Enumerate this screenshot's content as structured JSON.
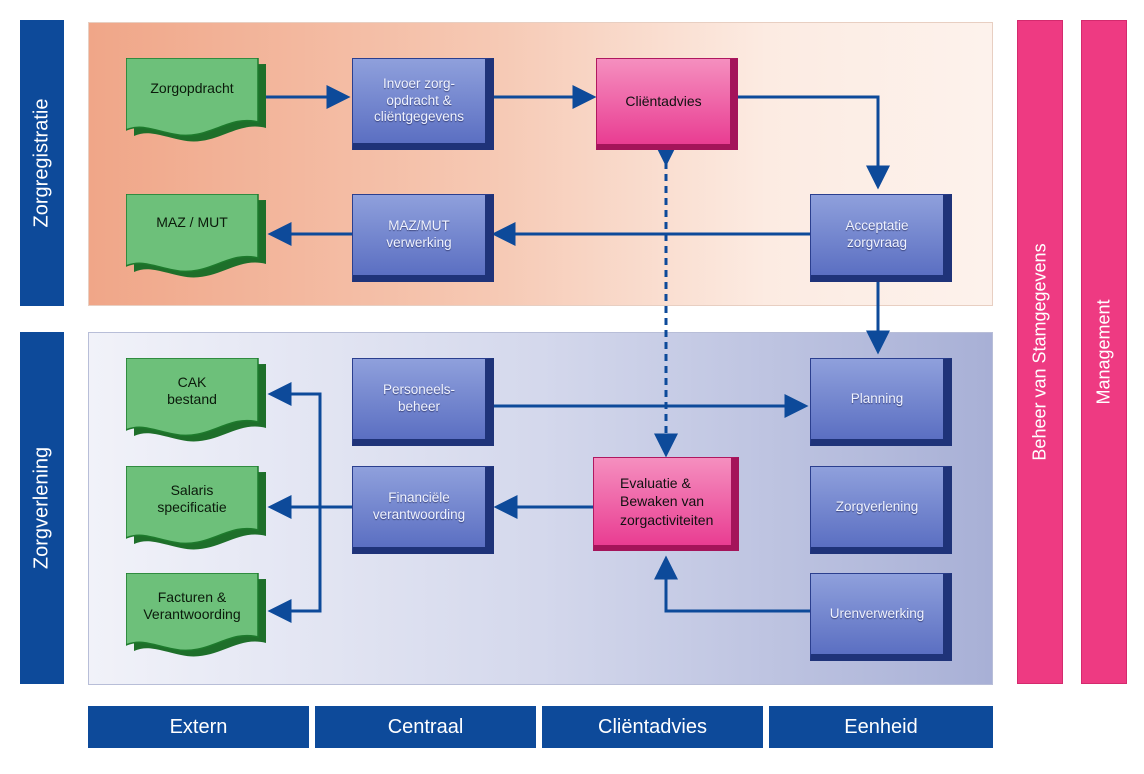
{
  "lanes": {
    "zorgregistratie": "Zorgregistratie",
    "zorgverlening": "Zorgverlening"
  },
  "columns": [
    "Extern",
    "Centraal",
    "Cliëntadvies",
    "Eenheid"
  ],
  "right_bars": {
    "stamgegevens": "Beheer van Stamgegevens",
    "management": "Management"
  },
  "documents": {
    "zorgopdracht": "Zorgopdracht",
    "maz_mut": "MAZ / MUT",
    "cak_bestand": "CAK\nbestand",
    "salaris": "Salaris\nspecificatie",
    "facturen": "Facturen &\nVerantwoording"
  },
  "processes": {
    "invoer": "Invoer zorg-\nopdracht &\ncliëntgegevens",
    "clientadvies": "Cliëntadvies",
    "acceptatie": "Acceptatie\nzorgvraag",
    "mazmut_verwerking": "MAZ/MUT\nverwerking",
    "personeelsbeheer": "Personeels-\nbeheer",
    "planning": "Planning",
    "financiele": "Financiële\nverantwoording",
    "evaluatie": "Evaluatie &\nBewaken van\nzorgactiviteiten",
    "zorgverlening": "Zorgverlening",
    "urenverwerking": "Urenverwerking"
  },
  "colors": {
    "navy": "#0d4a9a",
    "pink": "#ee3a82",
    "process_blue": "#5b6fc2",
    "document_green": "#2fa03c"
  }
}
